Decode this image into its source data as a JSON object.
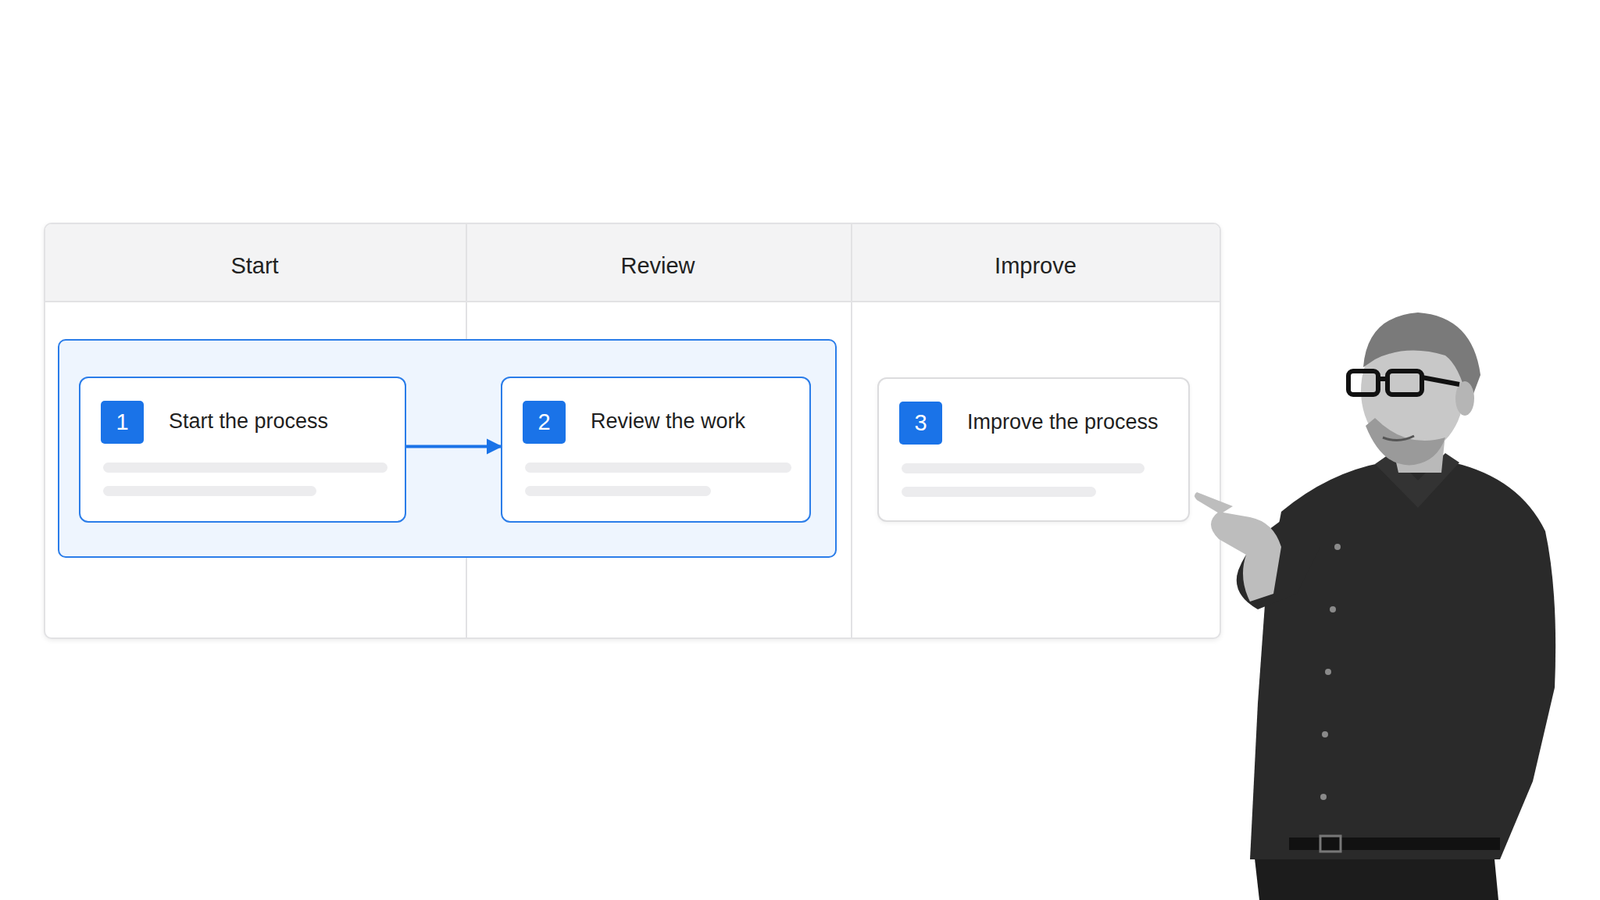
{
  "diagram": {
    "nodes": [
      {
        "text": [
          "1",
          "Start the process"
        ]
      },
      {
        "text": [
          "2",
          "Review the work"
        ]
      },
      {
        "text": [
          "3",
          "Improve the process"
        ]
      }
    ],
    "edges": [
      {
        "from": 0,
        "to": 1,
        "arrow": "to"
      }
    ],
    "labels": [
      "Start",
      "Review",
      "Improve"
    ]
  }
}
